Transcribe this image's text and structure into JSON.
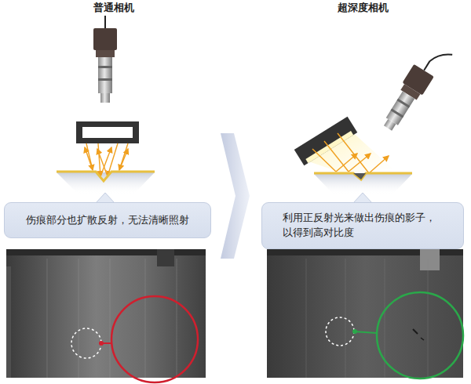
{
  "diagram": {
    "nodes": [
      {
        "text": [
          "伤痕部分也扩散反射，无法清晰照射"
        ]
      },
      {
        "text": [
          "利用正反射光来做出伤痕的影子，以得到高对比度"
        ]
      }
    ],
    "labels": [
      "普通相机",
      "超深度相机"
    ]
  }
}
